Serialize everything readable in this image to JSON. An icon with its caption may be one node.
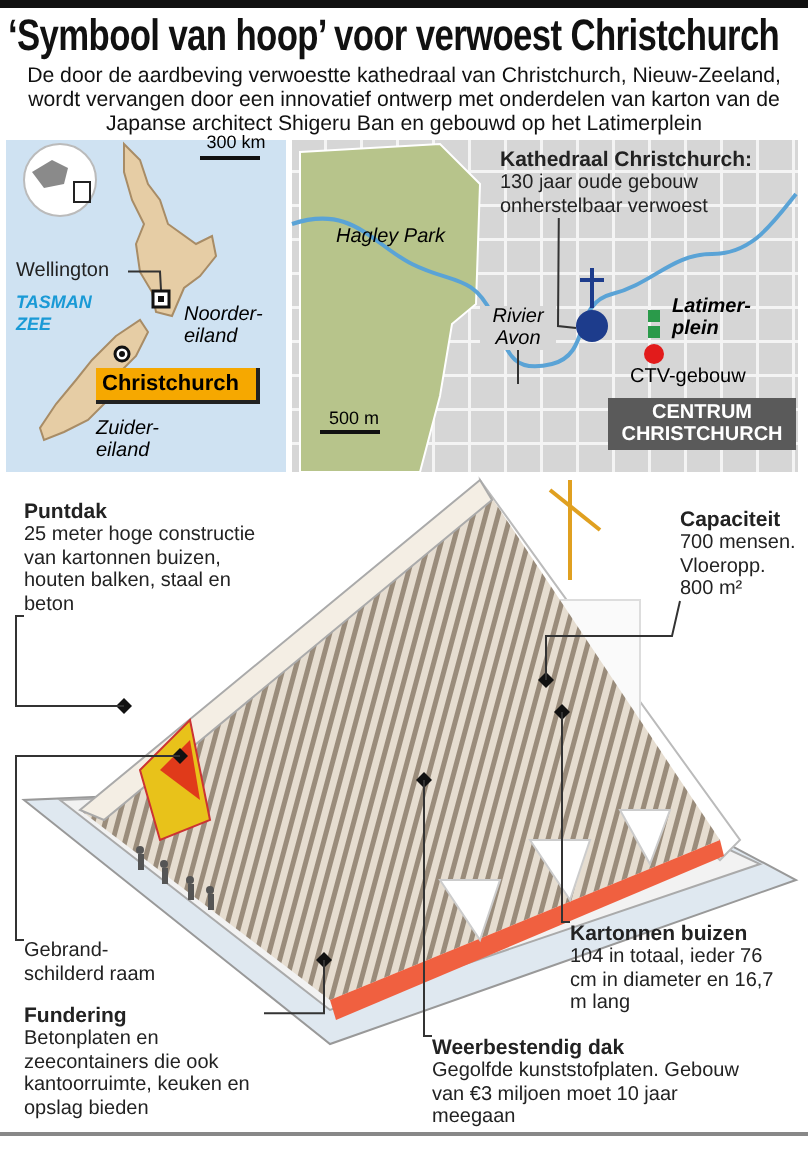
{
  "diagram": {
    "title": "‘Symbool van hoop’ voor verwoest Christchurch",
    "caption": "De door de aardbeving verwoestte kathedraal van Christchurch, Nieuw-Zeeland, wordt vervangen door een innovatief ontwerp met onderdelen van karton van de Japanse architect Shigeru Ban en gebouwd op het Latimerplein",
    "nodes": [
      {
        "text": [
          "Kathedraal Christchurch:",
          "130 jaar oude gebouw onherstelbaar verwoest"
        ]
      },
      {
        "text": [],
        "shape": "picture"
      },
      {
        "text": [
          "Wellington"
        ]
      },
      {
        "text": [],
        "shape": "box"
      },
      {
        "text": [
          "Rivier Avon"
        ]
      },
      {
        "text": [
          "Christchurch"
        ]
      },
      {
        "text": [
          "CENTRUM CHRISTCHURCH"
        ]
      },
      {
        "text": [
          "Puntdak",
          "25 meter hoge constructie van kartonnen buizen, houten balken, staal en beton"
        ]
      },
      {
        "text": [
          "Capaciteit",
          "700 mensen. Vloeropp. 800 m²"
        ]
      },
      {
        "text": [
          "Gebrand-schilderd raam"
        ]
      },
      {
        "text": [
          "Fundering",
          "Betonplaten en zeecontainers die ook kantoorruimte, keuken en opslag bieden"
        ]
      },
      {
        "text": [
          "Kartonnen buizen",
          "104 in totaal, ieder 76 cm in diameter en 16,7 m lang"
        ]
      },
      {
        "text": [
          "Weerbestendig dak",
          "Gegolfde kunststofplaten. Gebouw van €3 miljoen moet 10 jaar meegaan"
        ]
      }
    ],
    "edges": [
      {
        "from": 0,
        "to": 1,
        "arrow": "none"
      },
      {
        "from": 2,
        "to": 3,
        "arrow": "none"
      },
      {
        "from": 4,
        "to": null,
        "arrow": "none"
      },
      {
        "from": 7,
        "to": null,
        "arrow": "none"
      },
      {
        "from": 8,
        "to": null,
        "arrow": "none"
      },
      {
        "from": 9,
        "to": null,
        "arrow": "none"
      },
      {
        "from": 10,
        "to": null,
        "arrow": "none"
      },
      {
        "from": 11,
        "to": null,
        "arrow": "none"
      },
      {
        "from": 12,
        "to": null,
        "arrow": "none"
      }
    ],
    "labels": [
      "300 km",
      "TASMAN ZEE",
      "Noorder-eiland",
      "Zuider-eiland",
      "Hagley Park",
      "Latimer-plein",
      "CTV-gebouw",
      "500 m"
    ]
  }
}
